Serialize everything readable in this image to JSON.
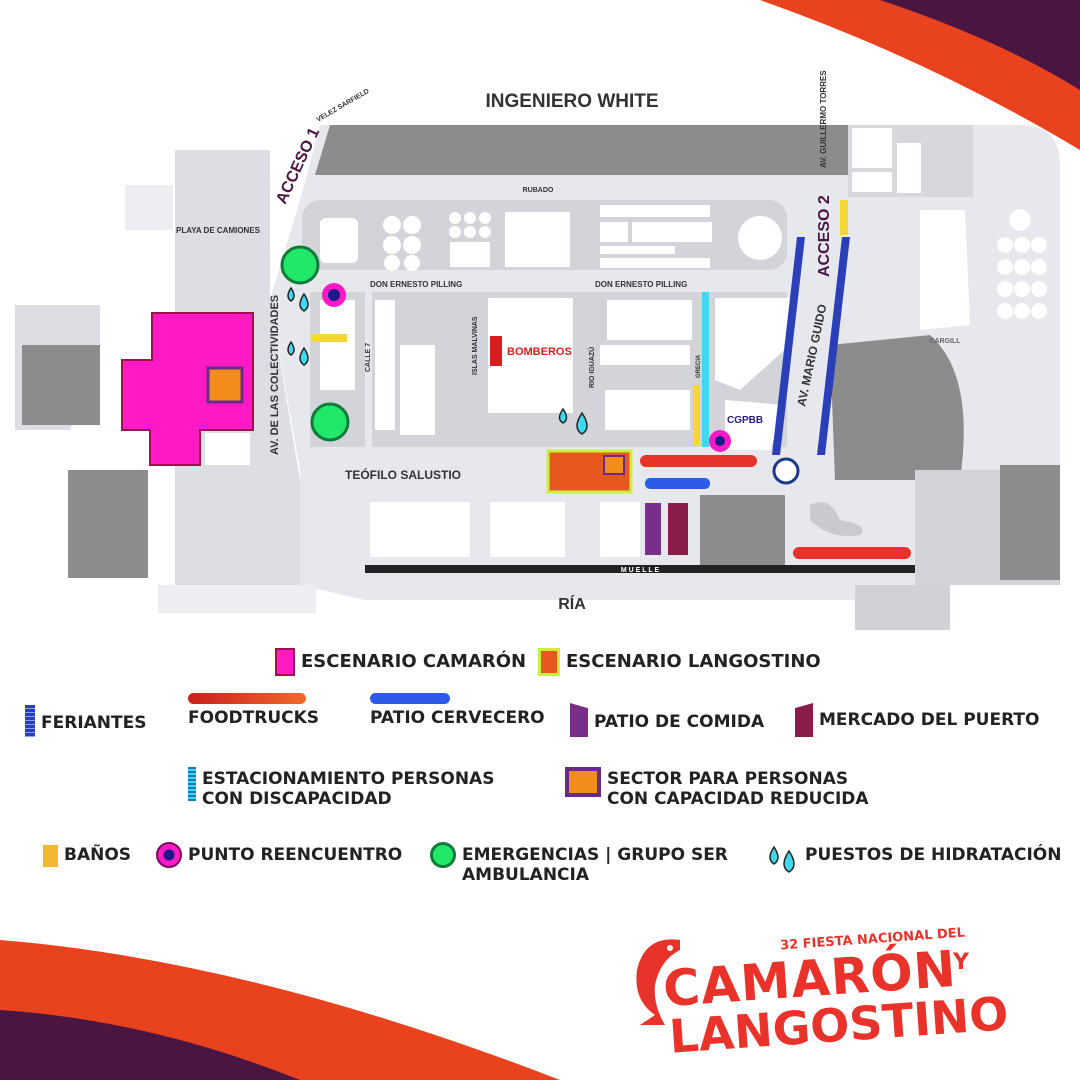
{
  "streets": {
    "north": "INGENIERO WHITE",
    "velez": "VELEZ SARFIELD",
    "acceso1": "ACCESO 1",
    "acceso2": "ACCESO 2",
    "guillermo": "AV. GUILLERMO TORRES",
    "rubado": "RUBADO",
    "pilling1": "DON ERNESTO PILLING",
    "pilling2": "DON ERNESTO PILLING",
    "colectividades": "AV. DE LAS COLECTIVIDADES",
    "calle7": "CALLE 7",
    "malvinas": "ISLAS MALVINAS",
    "iguazu": "RIO IGUAZÚ",
    "grecia": "GRECIA",
    "mario_guido": "AV. MARIO GUIDO",
    "salustio": "TEÓFILO SALUSTIO",
    "muelle": "M U E L L E",
    "ria": "RÍA"
  },
  "places": {
    "playa": "PLAYA DE CAMIONES",
    "bomberos": "BOMBEROS",
    "cgpbb": "CGPBB",
    "cargill": "CARGILL"
  },
  "legend": {
    "camaron": "ESCENARIO CAMARÓN",
    "langostino": "ESCENARIO LANGOSTINO",
    "feriantes": "FERIANTES",
    "foodtrucks": "FOODTRUCKS",
    "cervecero": "PATIO CERVECERO",
    "comida": "PATIO DE COMIDA",
    "mercado": "MERCADO DEL PUERTO",
    "estacionamiento": "ESTACIONAMIENTO PERSONAS CON DISCAPACIDAD",
    "sector": "SECTOR PARA PERSONAS CON CAPACIDAD REDUCIDA",
    "banos": "BAÑOS",
    "reencuentro": "PUNTO REENCUENTRO",
    "emergencias": "EMERGENCIAS | GRUPO SER AMBULANCIA",
    "hidratacion": "PUESTOS DE HIDRATACIÓN"
  },
  "logo": {
    "edition": "32 FIESTA NACIONAL DEL",
    "line1": "CAMARÓN",
    "y": "Y",
    "line2": "LANGOSTINO"
  },
  "colors": {
    "camaron_stage": "#ff1ac6",
    "langostino_stage": "#e8571e",
    "langostino_border": "#c8f03c",
    "feriantes": "#2a3fb8",
    "foodtrucks": "#e8322a",
    "cervecero": "#2b5be8",
    "comida": "#7a2e8c",
    "mercado": "#8a1c4a",
    "banos": "#f5b733",
    "emergencias": "#22e86a",
    "hidratacion": "#3fd8f0",
    "brand": "#e8322a",
    "deco_purple": "#4a1540"
  }
}
